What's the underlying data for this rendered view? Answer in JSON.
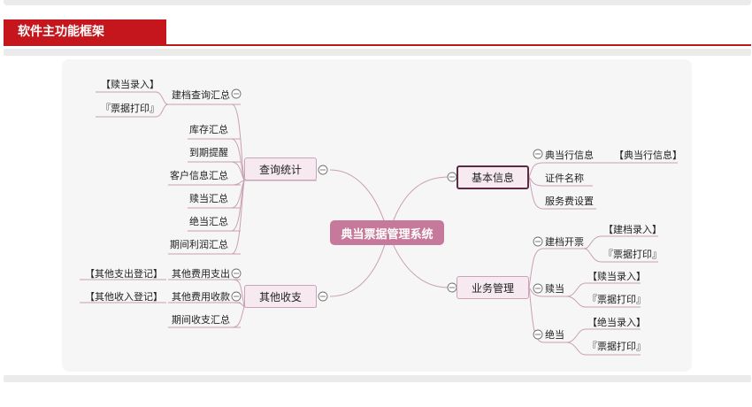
{
  "header": {
    "title": "软件主功能框架"
  },
  "mindmap": {
    "root": "典当票据管理系统",
    "branches": {
      "query": {
        "label": "查询统计",
        "children": {
          "archive_summary": {
            "label": "建档查询汇总",
            "children": [
              "【赎当录入】",
              "『票据打印』"
            ]
          },
          "inventory": "库存汇总",
          "due_reminder": "到期提醒",
          "customer_info": "客户信息汇总",
          "redeem": "赎当汇总",
          "dead_pawn": "绝当汇总",
          "period_profit": "期间利润汇总"
        }
      },
      "other": {
        "label": "其他收支",
        "children": {
          "expense": {
            "label": "其他费用支出",
            "child": "【其他支出登记】"
          },
          "income": {
            "label": "其他费用收款",
            "child": "【其他收入登记】"
          },
          "period_summary": "期间收支汇总"
        }
      },
      "basic": {
        "label": "基本信息",
        "children": {
          "shop_info": {
            "label": "典当行信息",
            "child": "【典当行信息】"
          },
          "doc_name": "证件名称",
          "service_fee": "服务费设置"
        }
      },
      "business": {
        "label": "业务管理",
        "children": {
          "open_ticket": {
            "label": "建档开票",
            "children": [
              "【建档录入】",
              "『票据打印』"
            ]
          },
          "redeem": {
            "label": "赎当",
            "children": [
              "【赎当录入】",
              "『票据打印』"
            ]
          },
          "dead_pawn": {
            "label": "绝当",
            "children": [
              "【绝当录入】",
              "『票据打印』"
            ]
          }
        }
      }
    }
  },
  "colors": {
    "header_red": "#c4161c",
    "root_fill": "#c6799a",
    "main_fill": "#f6eaf0",
    "connector": "#c8a0b3",
    "selected_border": "#5a2c44"
  }
}
